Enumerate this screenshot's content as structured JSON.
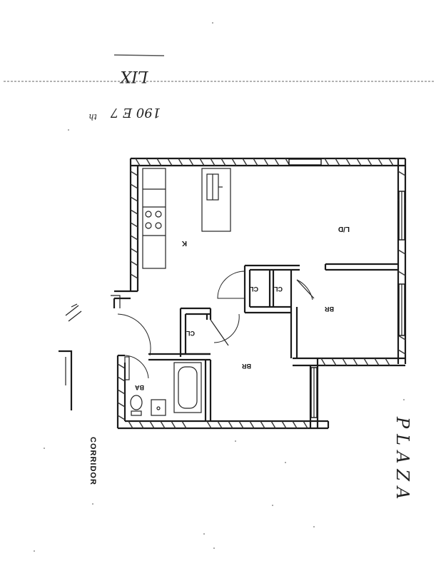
{
  "header": {
    "scribble_top": "LIX",
    "handwritten_number": "190 E 7",
    "handwritten_suffix": "th"
  },
  "rooms": {
    "kitchen": "K",
    "living_dining": "L/D",
    "bedroom_1": "BR",
    "bedroom_2": "BR",
    "closet_1": "CL",
    "closet_2": "CL",
    "closet_3": "CL",
    "bath": "BA"
  },
  "labels": {
    "corridor": "CORRIDOR",
    "plaza": "PLAZA"
  }
}
